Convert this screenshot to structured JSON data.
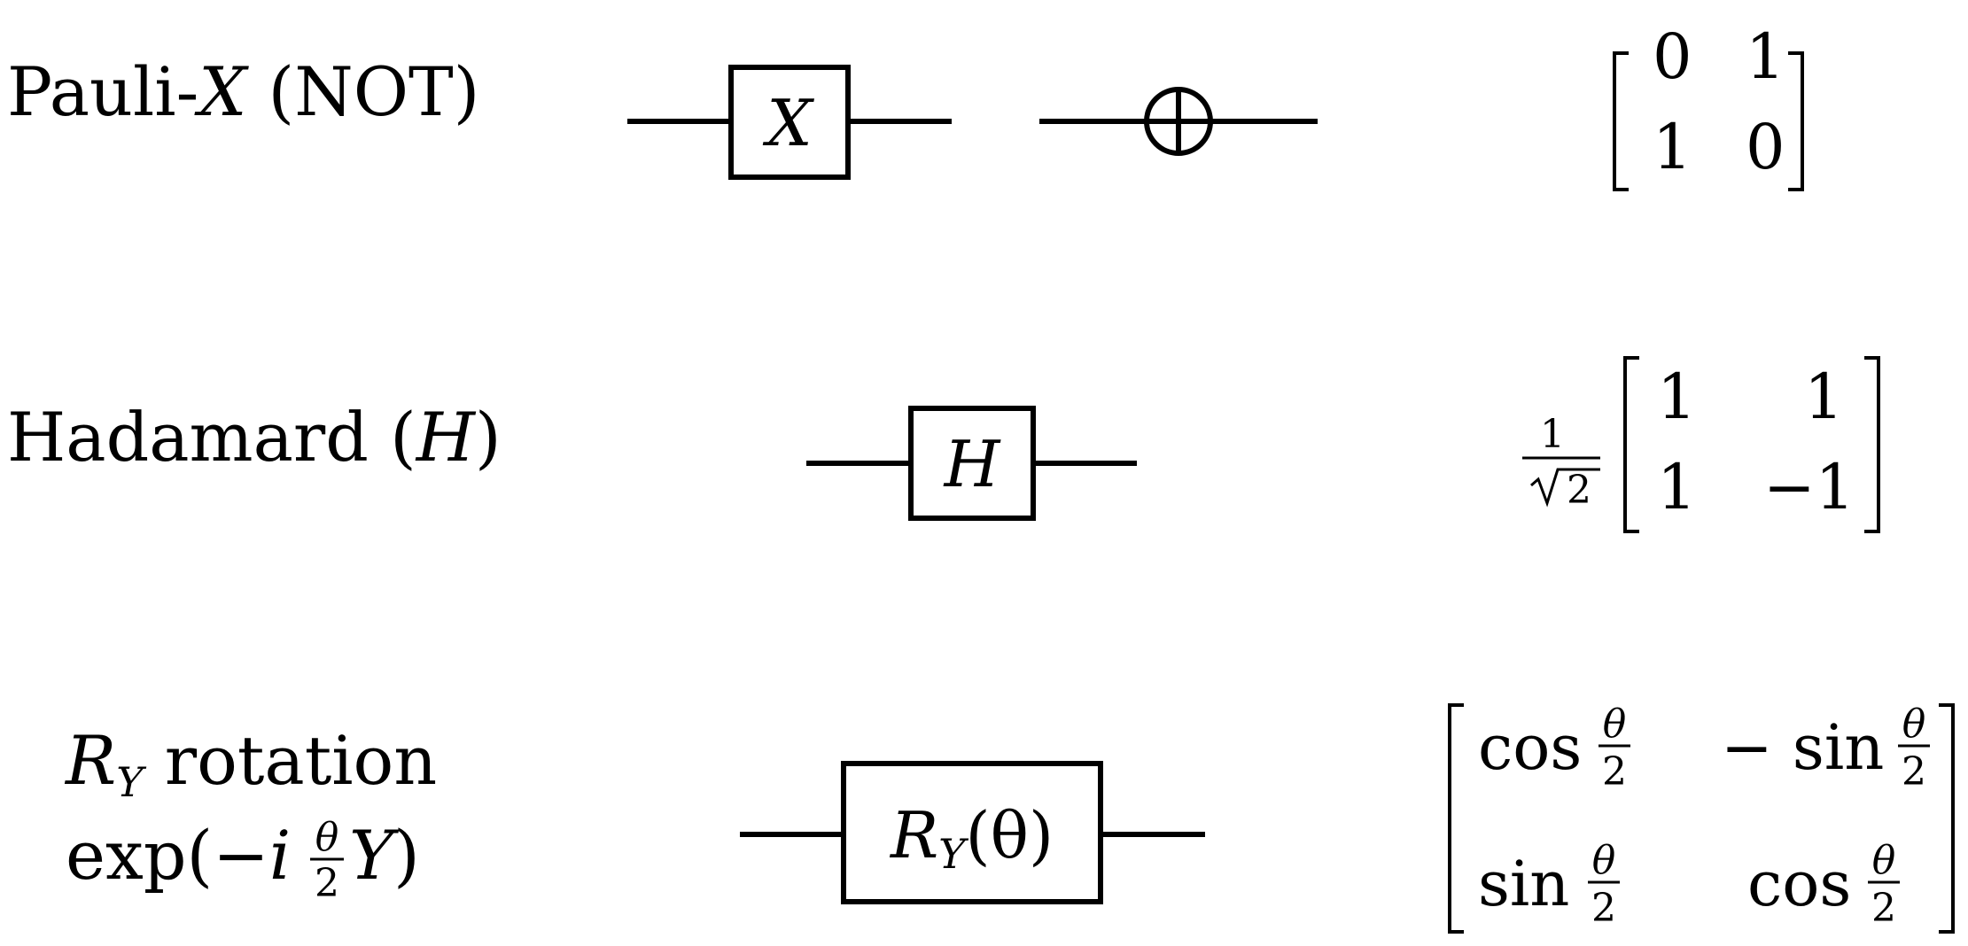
{
  "colors": {
    "ink": "#000000",
    "background": "#ffffff"
  },
  "rows": [
    {
      "label": {
        "text": "Pauli-",
        "var": "X",
        "suffix": " (NOT)"
      },
      "gate": {
        "symbol": "X",
        "alt_symbol": "oplus-icon"
      },
      "matrix": {
        "cells": [
          "0",
          "1",
          "1",
          "0"
        ]
      }
    },
    {
      "label": {
        "text": "Hadamard (",
        "var": "H",
        "suffix": ")"
      },
      "gate": {
        "symbol": "H"
      },
      "matrix": {
        "prefactor": {
          "numerator": "1",
          "denominator": "2"
        },
        "cells": [
          "1",
          "1",
          "1",
          "−1"
        ]
      }
    },
    {
      "label": {
        "line1": {
          "var": "R",
          "sub": "Y",
          "text": " rotation"
        },
        "line2": {
          "exp": "exp(−",
          "i": "i",
          "frac_num": "θ",
          "frac_den": "2",
          "Y": "Y",
          "close": ")"
        }
      },
      "gate": {
        "var": "R",
        "sub": "Y",
        "arg": "(θ)"
      },
      "matrix": {
        "cos": "cos",
        "sin": "sin",
        "minus_sin": "− sin",
        "theta": "θ",
        "two": "2"
      }
    }
  ]
}
